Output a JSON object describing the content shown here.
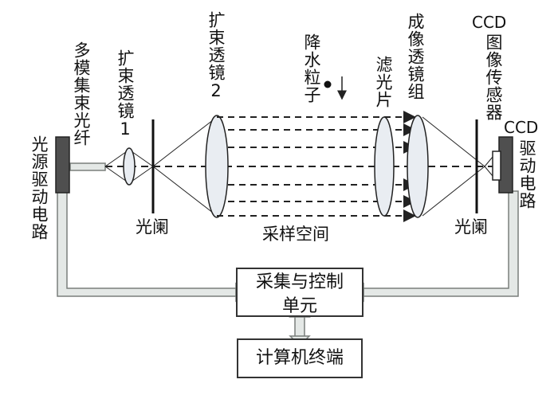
{
  "labels": {
    "multimode_fiber": "多模集束光纤",
    "light_driver": "光源驱动电路",
    "expander_lens_1": "扩束透镜1",
    "aperture_left": "光阑",
    "expander_lens_2": "扩束透镜2",
    "precipitation_particles": "降水粒子",
    "sampling_space": "采样空间",
    "filter": "滤光片",
    "imaging_lens_group": "成像透镜组",
    "aperture_right": "光阑",
    "ccd_sensor_top": "CCD",
    "ccd_sensor_rest": "图像传感器",
    "ccd_driver_top": "CCD",
    "ccd_driver_rest": "驱动电路"
  },
  "boxes": {
    "control_unit_line1": "采集与控制",
    "control_unit_line2": "单元",
    "terminal": "计算机终端"
  },
  "colors": {
    "line": "#222222",
    "pipe_fill": "#e4e8e6",
    "pipe_edge": "#7a7f7c",
    "lens_fill": "#e9edf2",
    "device_fill": "#4f4f4f"
  }
}
